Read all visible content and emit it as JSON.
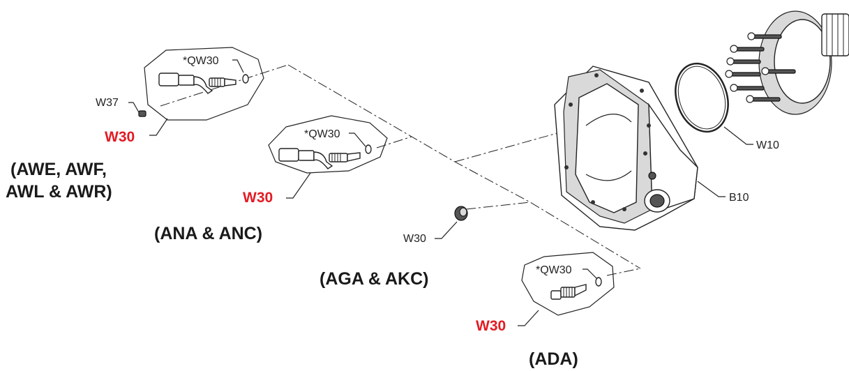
{
  "labels": {
    "qw30_a": "*QW30",
    "qw30_b": "*QW30",
    "qw30_c": "*QW30",
    "w37": "W37",
    "w30_red_a": "W30",
    "w30_red_b": "W30",
    "w30_red_c": "W30",
    "w30_plain": "W30",
    "w10": "W10",
    "b10": "B10"
  },
  "groups": {
    "awe_line1": "(AWE, AWF,",
    "awe_line2": "AWL & AWR)",
    "ana": "(ANA & ANC)",
    "aga": "(AGA & AKC)",
    "ada": "(ADA)"
  },
  "colors": {
    "callout_red": "#e31b23",
    "ink": "#222222"
  }
}
